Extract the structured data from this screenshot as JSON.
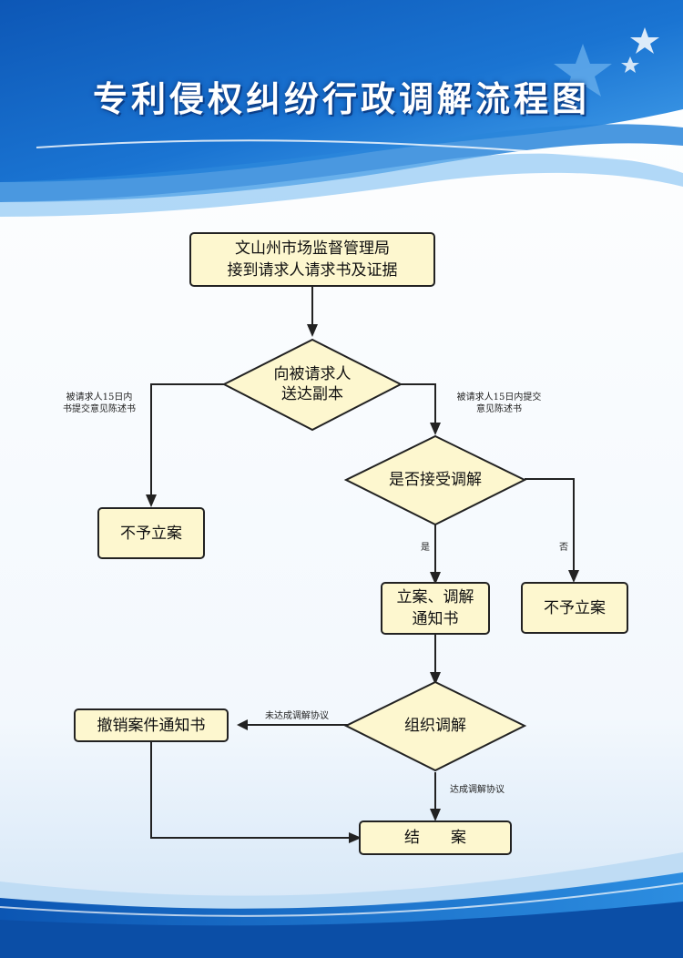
{
  "title": "专利侵权纠纷行政调解流程图",
  "nodes": {
    "receive": "文山州市场监督管理局\n接到请求人请求书及证据",
    "deliver": "向被请求人\n送达副本",
    "reject_left": "不予立案",
    "accept_question": "是否接受调解",
    "file_case": "立案、调解\n通知书",
    "reject_right": "不予立案",
    "organize": "组织调解",
    "withdraw": "撤销案件通知书",
    "close": "结　　案"
  },
  "labels": {
    "left_branch": "被请求人15日内\n书提交意见陈述书",
    "right_branch": "被请求人15日内提交\n意见陈述书",
    "yes": "是",
    "no": "否",
    "not_reached": "未达成调解协议",
    "reached": "达成调解协议"
  },
  "colors": {
    "box_fill": "#fdf7cf",
    "header_blue": "#1560c0",
    "stroke": "#222222"
  }
}
